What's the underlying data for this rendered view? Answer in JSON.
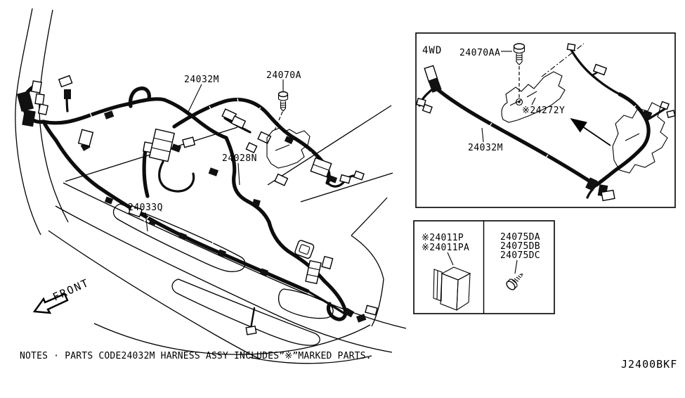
{
  "main_view": {
    "labels": {
      "harness_assy": "24032M",
      "bolt": "24070A",
      "sub_harness": "24028N",
      "lower_harness": "24033Q"
    },
    "front_arrow_label": "FRONT"
  },
  "inset_4wd": {
    "drive_type": "4WD",
    "labels": {
      "bolt": "24070AA",
      "bracket": "※24272Y",
      "harness_assy": "24032M"
    }
  },
  "parts_table": {
    "left_cell_rows": [
      "※24011P",
      "※24011PA"
    ],
    "right_cell_rows": [
      "24075DA",
      "24075DB",
      "24075DC"
    ]
  },
  "notes_line": "NOTES · PARTS CODE24032M HARNESS ASSY INCLUDES”※”MARKED PARTS.",
  "figure_code": "J2400BKF"
}
